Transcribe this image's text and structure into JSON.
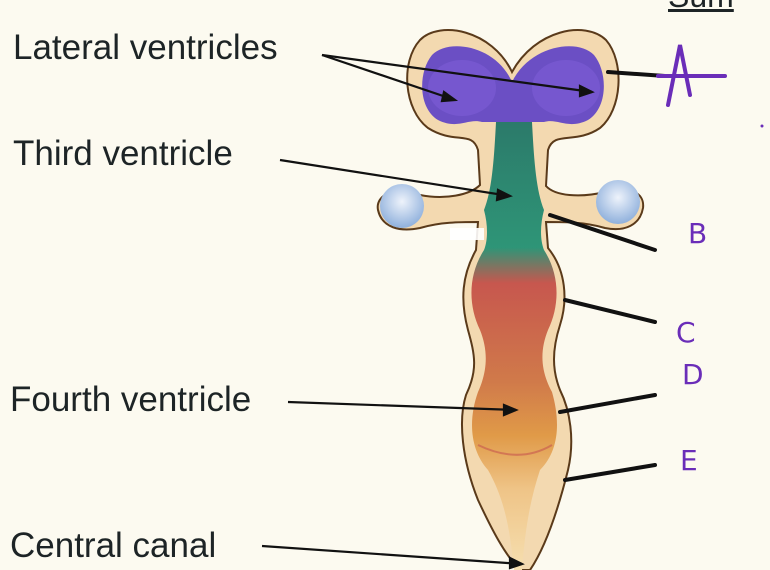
{
  "labels": {
    "lateral_ventricles": "Lateral ventricles",
    "third_ventricle": "Third ventricle",
    "fourth_ventricle": "Fourth ventricle",
    "central_canal": "Central canal"
  },
  "corner_text": "Sum",
  "handwritten": [
    "A",
    "B",
    "C",
    "D",
    "E"
  ],
  "colors": {
    "background": "#fcfaf0",
    "lateral": "#6b4fc4",
    "third": "#2c7a6a",
    "mid": "#c7574e",
    "fourth": "#e0a24a",
    "ink": "#6a2db8"
  }
}
